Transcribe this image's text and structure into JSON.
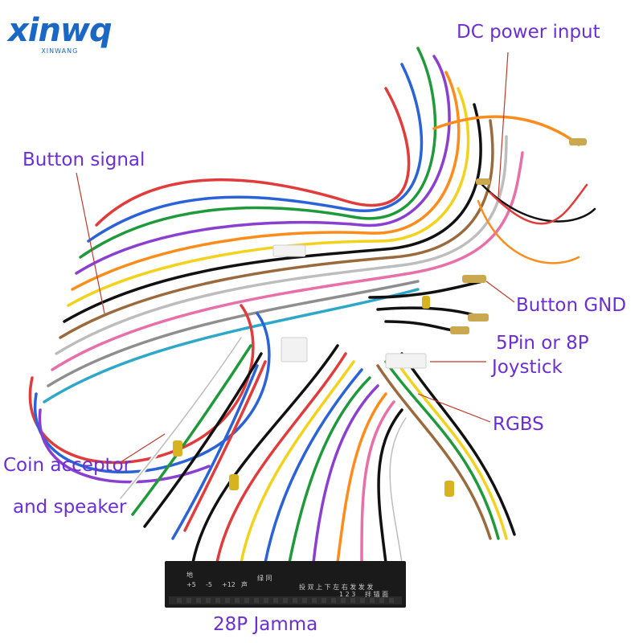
{
  "logo": {
    "word": "xinwq",
    "sub": "XINWANG"
  },
  "labels": {
    "dc_power": "DC power input",
    "button_signal": "Button signal",
    "button_gnd": "Button GND",
    "joystick_line1": "5Pin or 8P",
    "joystick_line2": "Joystick",
    "rgbs": "RGBS",
    "coin_line1": "Coin acceptor",
    "coin_line2": "and speaker",
    "jamma": "28P Jamma"
  },
  "connector_marks": {
    "gnd": "地",
    "plus5": "+5",
    "minus5": "-5",
    "plus12": "+12",
    "speaker": "声",
    "rgb": "绿 同",
    "controls": "投 双 上 下 左 右 发 发 发",
    "numbers": "1 2 3",
    "misc": "拌 锚 面"
  },
  "colors": {
    "label": "#6b2fd3",
    "logo": "#1b67c6",
    "pointer_line": "#c0392b",
    "connector": "#1a1a1a"
  }
}
